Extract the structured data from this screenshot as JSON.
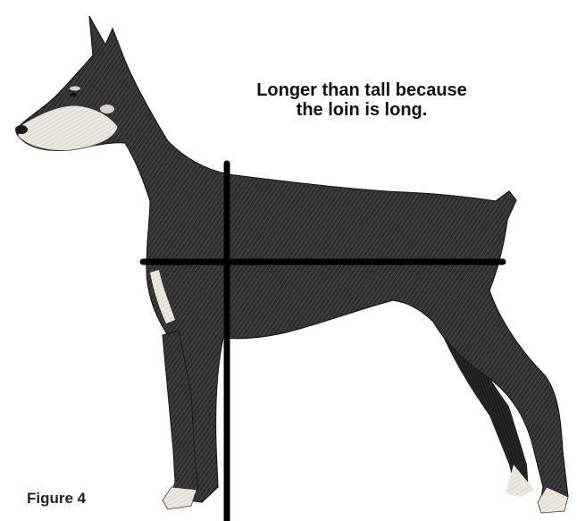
{
  "caption": {
    "line1": "Longer than tall because",
    "line2": "the loin is long."
  },
  "figure_label": "Figure 4",
  "colors": {
    "background": "#ffffff",
    "ink": "#111111",
    "coat": "#2a2a2a",
    "tan": "#e6e1d6"
  },
  "subject": "doberman-pinscher-side-view"
}
